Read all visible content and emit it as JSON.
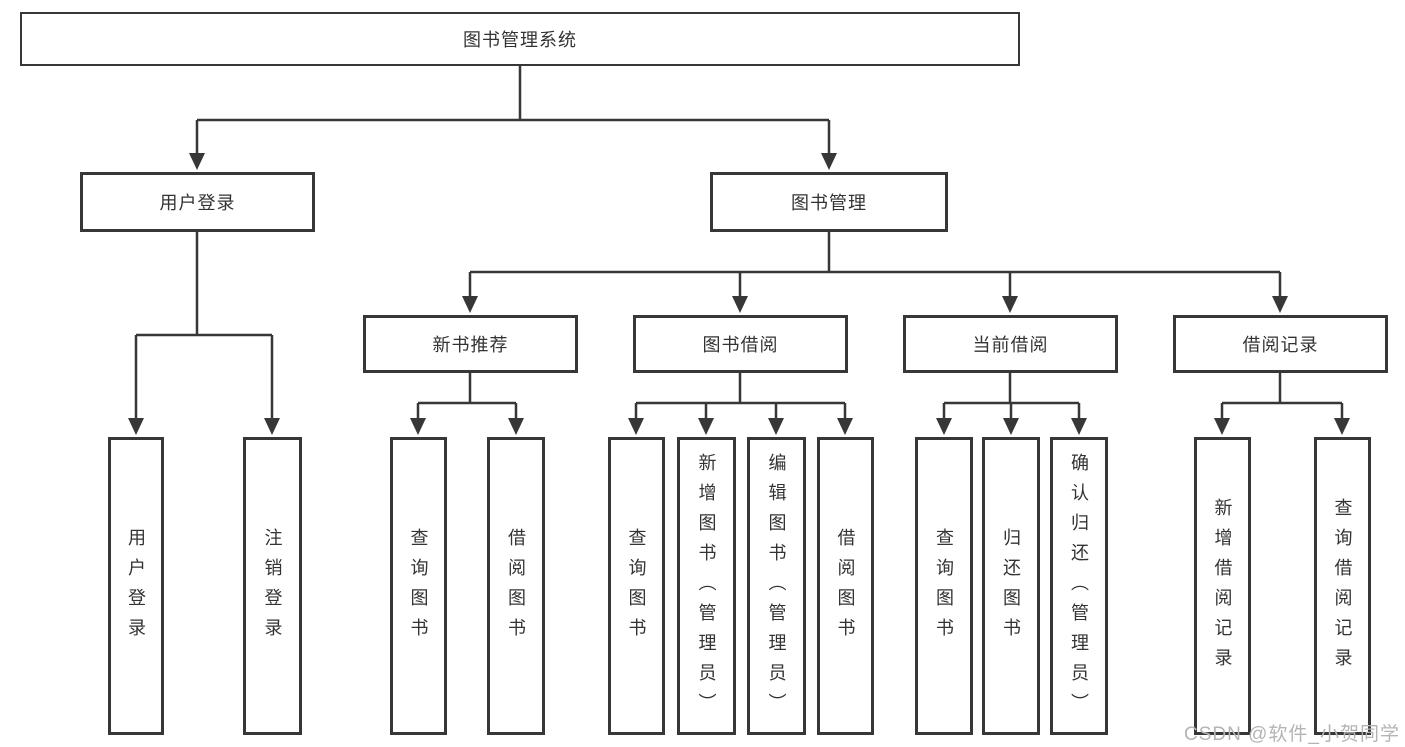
{
  "diagram": {
    "root": {
      "label": "图书管理系统"
    },
    "level2": [
      {
        "label": "用户登录",
        "leaves": [
          "用户登录",
          "注销登录"
        ]
      },
      {
        "label": "图书管理"
      }
    ],
    "level3": [
      {
        "label": "新书推荐",
        "leaves": [
          "查询图书",
          "借阅图书"
        ]
      },
      {
        "label": "图书借阅",
        "leaves": [
          "查询图书",
          "新增图书（管理员）",
          "编辑图书（管理员）",
          "借阅图书"
        ]
      },
      {
        "label": "当前借阅",
        "leaves": [
          "查询图书",
          "归还图书",
          "确认归还（管理员）"
        ]
      },
      {
        "label": "借阅记录",
        "leaves": [
          "新增借阅记录",
          "查询借阅记录"
        ]
      }
    ],
    "watermark": "CSDN @软件_小贺同学",
    "colors": {
      "line": "#373737",
      "text": "#333333",
      "background": "#ffffff",
      "watermark": "#b4b4b4"
    }
  }
}
